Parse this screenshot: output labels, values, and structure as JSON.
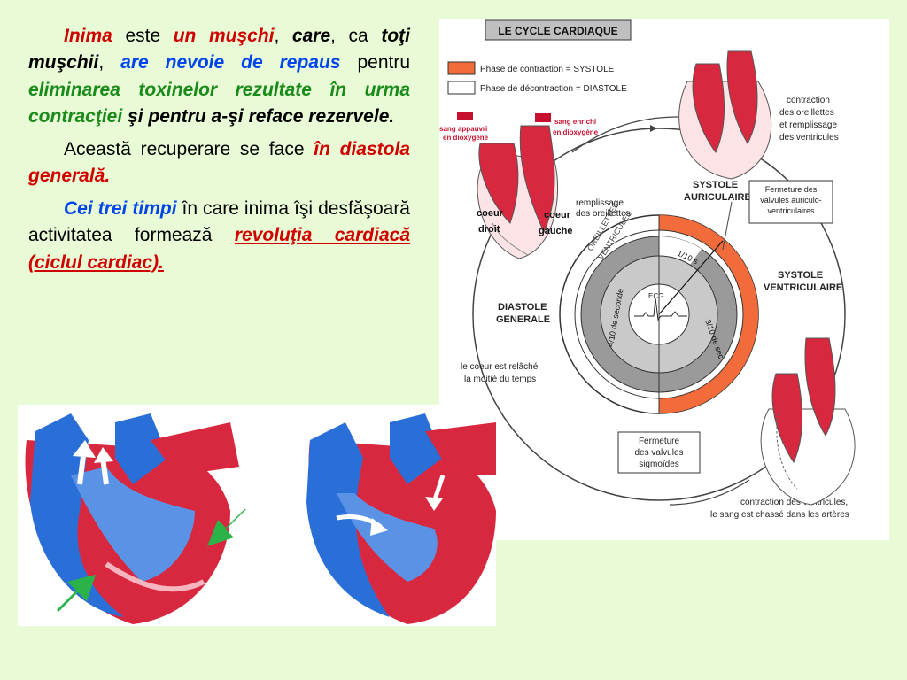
{
  "paragraphs": {
    "p1": {
      "s1": "Inima",
      "s2": " este ",
      "s3": "un muşchi",
      "s4": ", ",
      "s5": "care",
      "s6": ", ca ",
      "s7": "toţi muşchii",
      "s8": ", ",
      "s9": "are nevoie de repaus",
      "s10": " pentru ",
      "s11": "eliminarea toxinelor rezultate în urma contracţiei",
      "s12": " ",
      "s13": "şi pentru a-şi reface rezervele."
    },
    "p2": {
      "s1": "Această recuperare se face ",
      "s2": "în diastola generală."
    },
    "p3": {
      "s1": "Cei trei timpi",
      "s2": " în care inima  îşi desfăşoară activitatea formează ",
      "s3": "revoluţia cardiacă (ciclul cardiac)."
    }
  },
  "cycle": {
    "title": "LE CYCLE CARDIAQUE",
    "legend_systole": "Phase de contraction = SYSTOLE",
    "legend_diastole": "Phase de décontraction = DIASTOLE",
    "sang_appauvri_1": "sang appauvri",
    "sang_appauvri_2": "en dioxygène",
    "sang_enrichi_1": "sang enrichi",
    "sang_enrichi_2": "en dioxygène",
    "coeur_droit_1": "coeur",
    "coeur_droit_2": "droit",
    "coeur_gauche_1": "coeur",
    "coeur_gauche_2": "gauche",
    "remplissage_1": "remplissage",
    "remplissage_2": "des oreillettes",
    "contraction_or_1": "contraction",
    "contraction_or_2": "des oreillettes",
    "contraction_or_3": "et remplissage",
    "contraction_or_4": "des ventricules",
    "systole_aur_1": "SYSTOLE",
    "systole_aur_2": "AURICULAIRE",
    "fermeture_av_1": "Fermeture des",
    "fermeture_av_2": "valvules auriculo-",
    "fermeture_av_3": "ventriculaires",
    "systole_vent_1": "SYSTOLE",
    "systole_vent_2": "VENTRICULAIRE",
    "diastole_gen_1": "DIASTOLE",
    "diastole_gen_2": "GENERALE",
    "relache_1": "le coeur est relâché",
    "relache_2": "la moitié du temps",
    "oreillettes": "OREILLETTES",
    "ventricules": "VENTRICULES",
    "fraction_1": "1/10 s",
    "fraction_2": "4/10 de seconde",
    "fraction_3": "3/10 de sec",
    "ecg": "ECG",
    "fermeture_sig_1": "Fermeture",
    "fermeture_sig_2": "des valvules",
    "fermeture_sig_3": "sigmoïdes",
    "contraction_vent_1": "contraction des ventricules,",
    "contraction_vent_2": "le sang est chassé dans les artères",
    "colors": {
      "systole": "#f26b3a",
      "heart_red": "#d8283f",
      "heart_blue": "#2a6fd8"
    }
  }
}
